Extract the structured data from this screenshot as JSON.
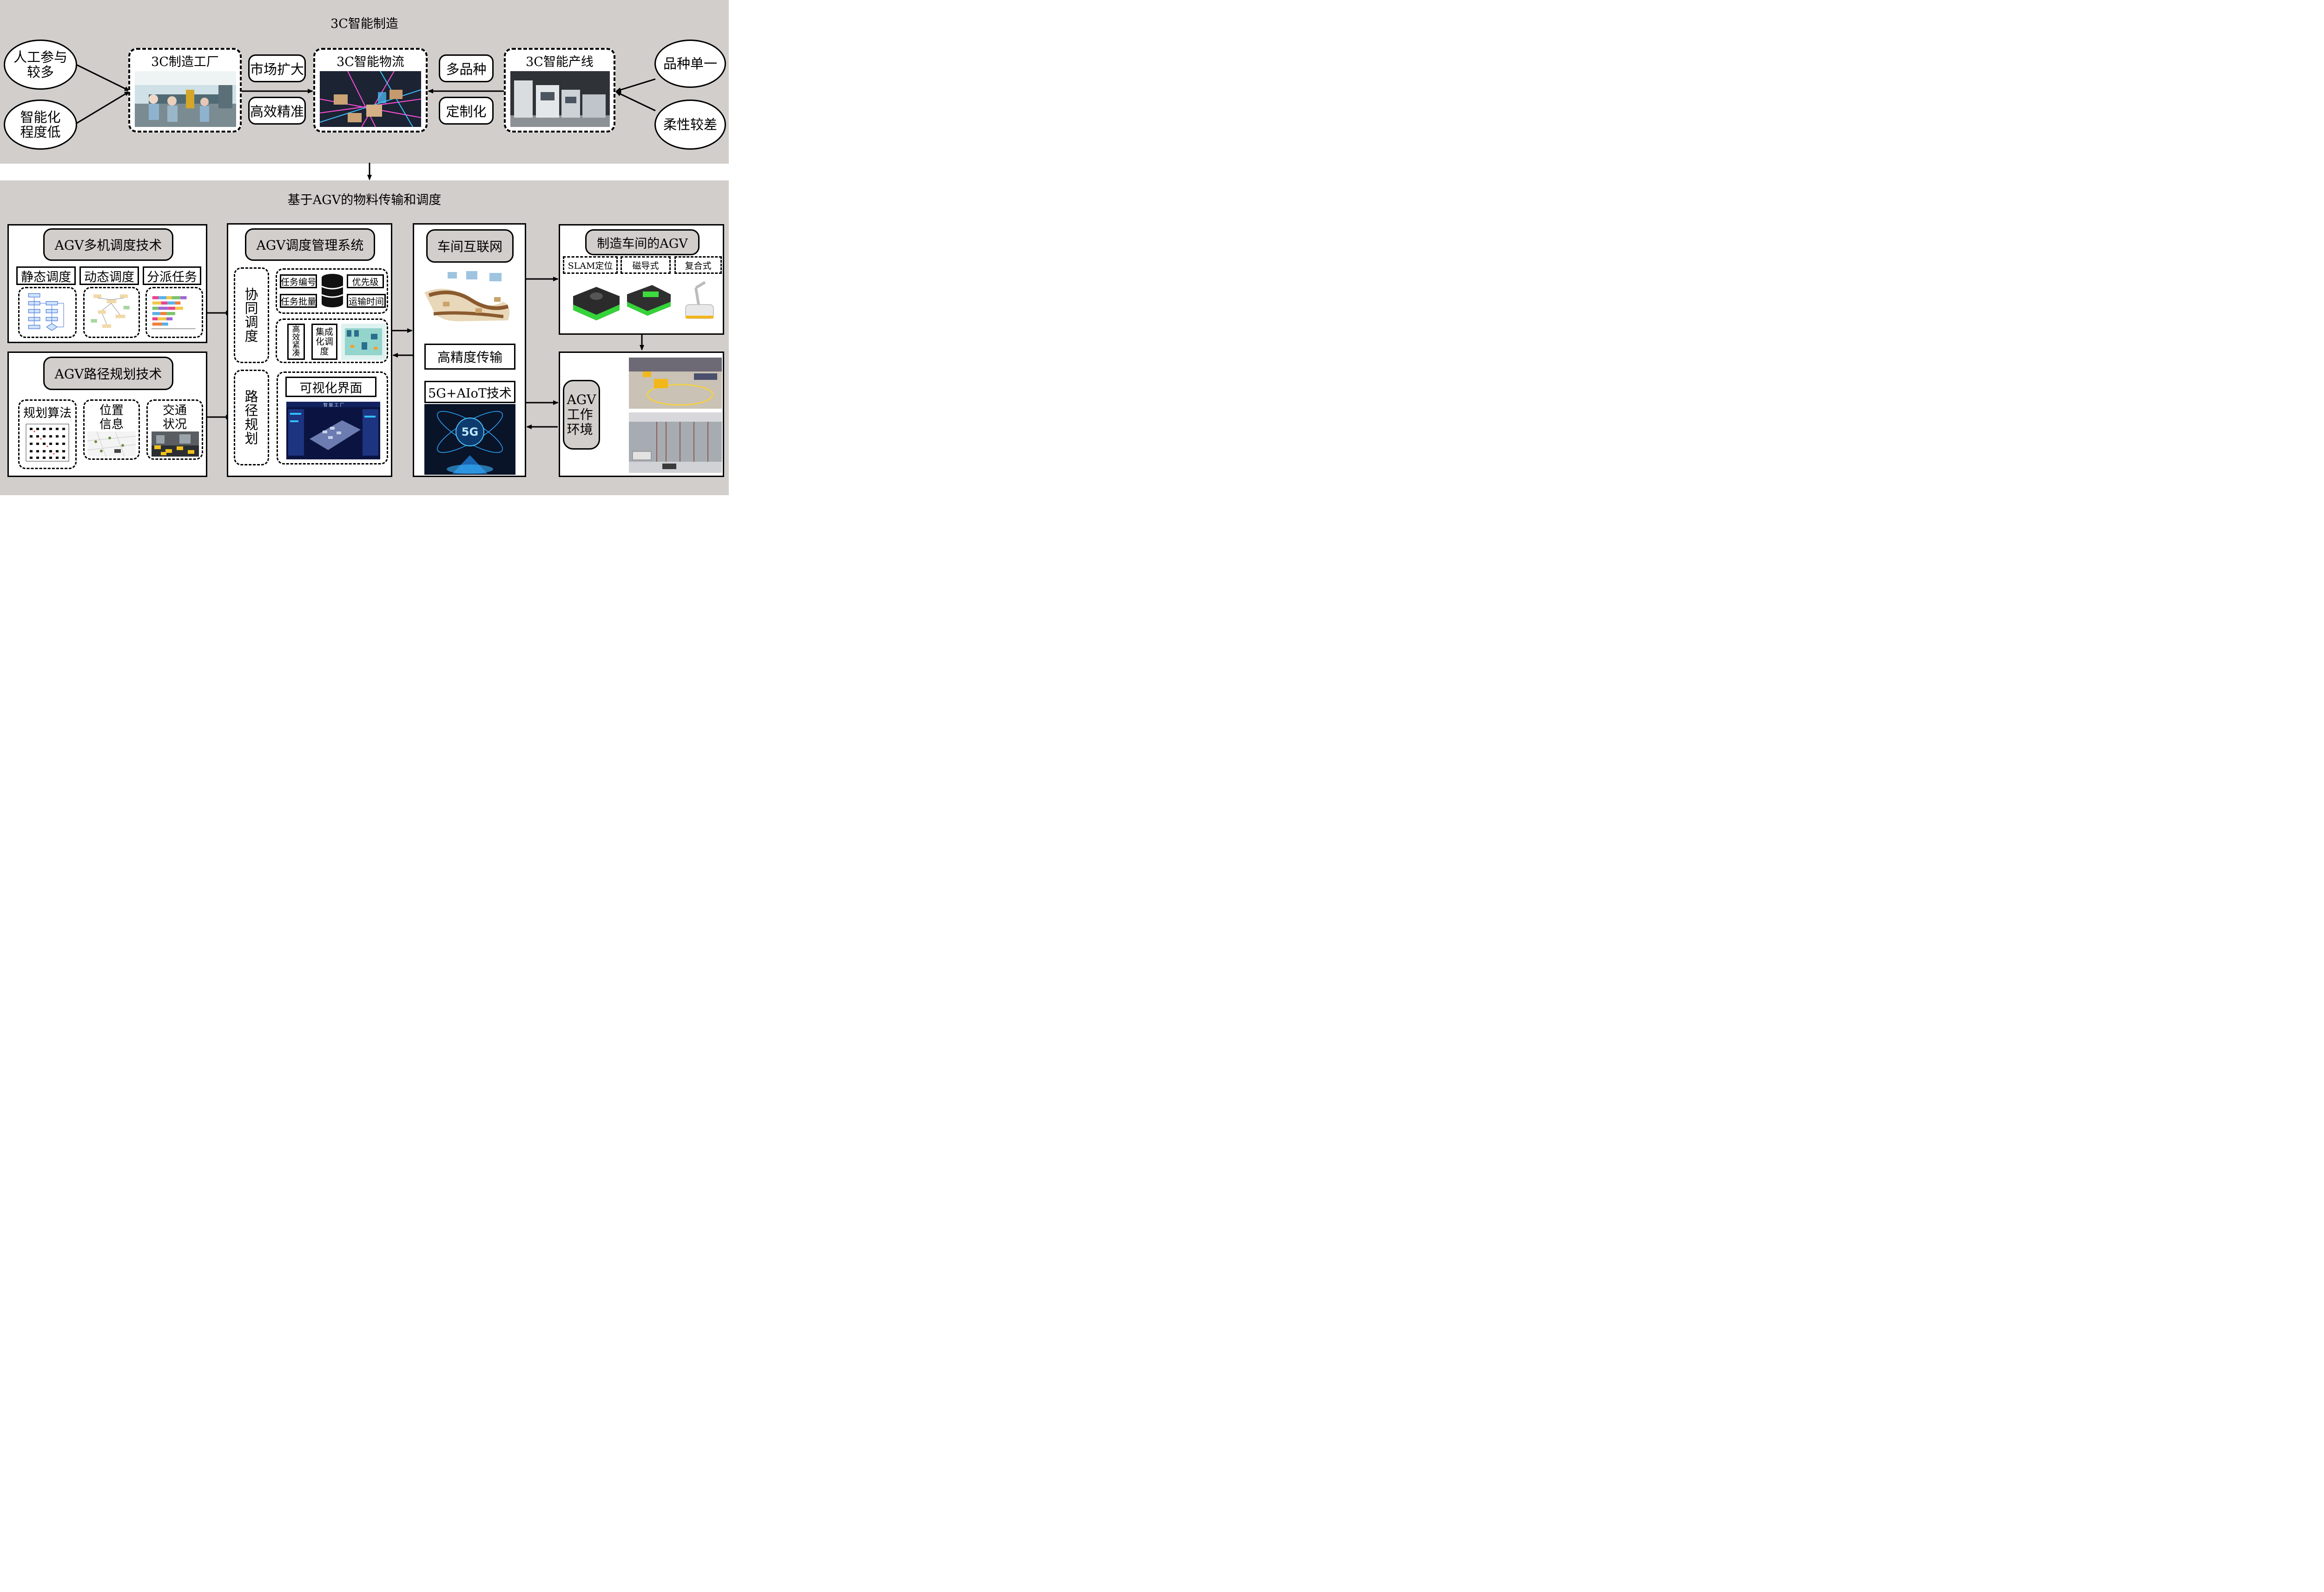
{
  "top": {
    "title": "3C智能制造",
    "left_issues": [
      "人工参与\n较多",
      "智能化\n程度低"
    ],
    "right_issues": [
      "品种单一",
      "柔性较差"
    ],
    "factory": "3C制造工厂",
    "logistics": "3C智能物流",
    "line": "3C智能产线",
    "left_labels": [
      "市场扩大",
      "高效精准"
    ],
    "right_labels": [
      "多品种",
      "定制化"
    ]
  },
  "bottom": {
    "title": "基于AGV的物料传输和调度",
    "multi": {
      "title": "AGV多机调度技术",
      "items": [
        "静态调度",
        "动态调度",
        "分派任务"
      ]
    },
    "path": {
      "title": "AGV路径规划技术",
      "items": [
        "规划算法",
        "位置\n信息",
        "交通\n状况"
      ]
    },
    "mgmt": {
      "title": "AGV调度管理系统",
      "cooperative": "协\n同\n调\n度",
      "task_labels": [
        "任务编号",
        "优先级",
        "任务批量",
        "运输时间"
      ],
      "compact": "高\n效\n紧\n凑",
      "integrated": "集成\n化调\n度",
      "path_planning": "路\n径\n规\n划",
      "visual": "可视化界面",
      "dashboard_title": "智 能 工 厂"
    },
    "network": {
      "title": "车间互联网",
      "transmission": "高精度传输",
      "tech": "5G+AIoT技术",
      "badge": "5G"
    },
    "agv": {
      "title": "制造车间的AGV",
      "types": [
        "SLAM定位",
        "磁导式",
        "复合式"
      ],
      "env": "AGV\n工作\n环境"
    }
  },
  "colors": {
    "band": "#d2cecb",
    "agv_green": "#3bd23b",
    "network_blue": "#1aa3ff"
  },
  "chart_data": {
    "type": "diagram",
    "title": "3C智能制造"
  }
}
